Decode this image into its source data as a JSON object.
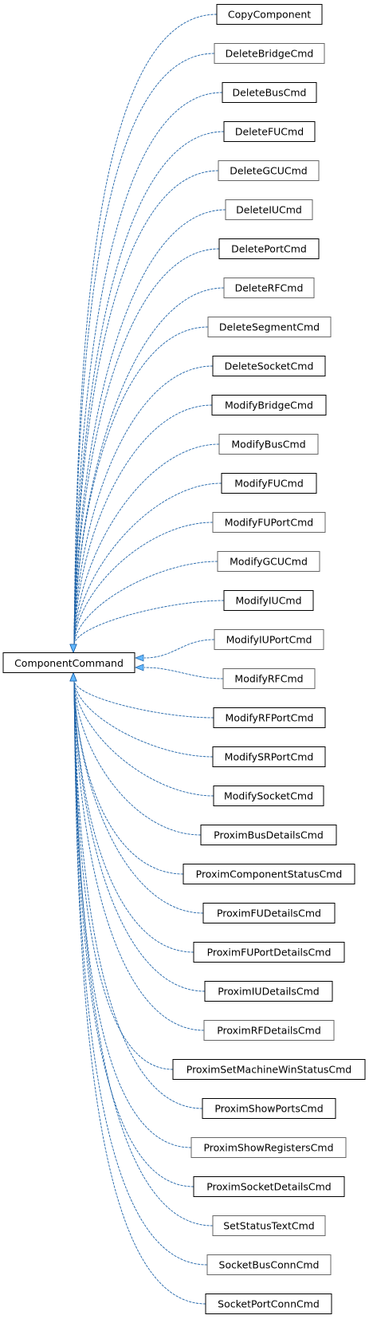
{
  "diagram": {
    "type": "inheritance_graph",
    "base": {
      "label": "ComponentCommand"
    },
    "derived": [
      {
        "label": "CopyComponent"
      },
      {
        "label": "DeleteBridgeCmd"
      },
      {
        "label": "DeleteBusCmd"
      },
      {
        "label": "DeleteFUCmd"
      },
      {
        "label": "DeleteGCUCmd"
      },
      {
        "label": "DeleteIUCmd"
      },
      {
        "label": "DeletePortCmd"
      },
      {
        "label": "DeleteRFCmd"
      },
      {
        "label": "DeleteSegmentCmd"
      },
      {
        "label": "DeleteSocketCmd"
      },
      {
        "label": "ModifyBridgeCmd"
      },
      {
        "label": "ModifyBusCmd"
      },
      {
        "label": "ModifyFUCmd"
      },
      {
        "label": "ModifyFUPortCmd"
      },
      {
        "label": "ModifyGCUCmd"
      },
      {
        "label": "ModifyIUCmd"
      },
      {
        "label": "ModifyIUPortCmd"
      },
      {
        "label": "ModifyRFCmd"
      },
      {
        "label": "ModifyRFPortCmd"
      },
      {
        "label": "ModifySRPortCmd"
      },
      {
        "label": "ModifySocketCmd"
      },
      {
        "label": "ProximBusDetailsCmd"
      },
      {
        "label": "ProximComponentStatusCmd"
      },
      {
        "label": "ProximFUDetailsCmd"
      },
      {
        "label": "ProximFUPortDetailsCmd"
      },
      {
        "label": "ProximIUDetailsCmd"
      },
      {
        "label": "ProximRFDetailsCmd"
      },
      {
        "label": "ProximSetMachineWinStatusCmd"
      },
      {
        "label": "ProximShowPortsCmd"
      },
      {
        "label": "ProximShowRegistersCmd"
      },
      {
        "label": "ProximSocketDetailsCmd"
      },
      {
        "label": "SetStatusTextCmd"
      },
      {
        "label": "SocketBusConnCmd"
      },
      {
        "label": "SocketPortConnCmd"
      }
    ]
  },
  "colors": {
    "edge": "#1e63a8",
    "arrow_fill": "#63b8ff",
    "node_border": "#000000",
    "node_border_light": "#666666",
    "background": "#ffffff"
  }
}
